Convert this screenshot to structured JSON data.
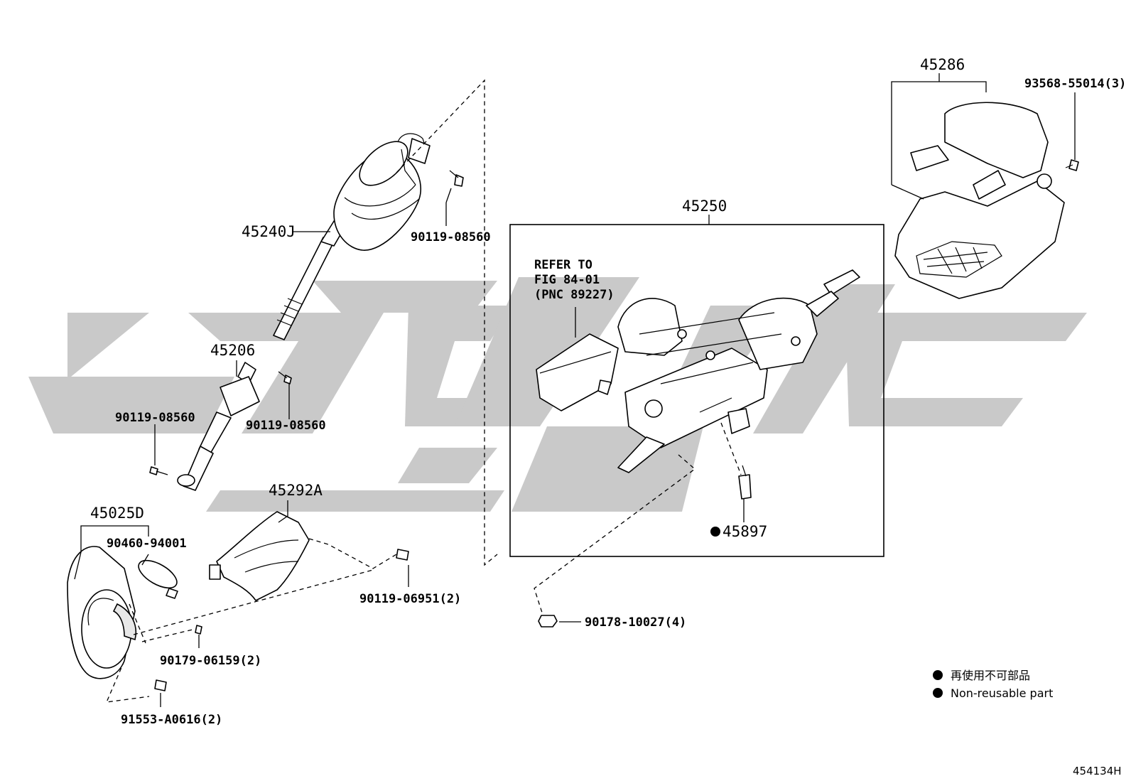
{
  "labels": {
    "p45240J": "45240J",
    "p90119_a": "90119-08560",
    "p45206": "45206",
    "p90119_b": "90119-08560",
    "p90119_c": "90119-08560",
    "p45292A": "45292A",
    "p45025D": "45025D",
    "p90460": "90460-94001",
    "p90119_06951": "90119-06951(2)",
    "p90179": "90179-06159(2)",
    "p91553": "91553-A0616(2)",
    "p45250": "45250",
    "p45897": "45897",
    "p90178": "90178-10027(4)",
    "p45286": "45286",
    "p93568": "93568-55014(3)"
  },
  "refer_note": {
    "line1": "REFER TO",
    "line2": "FIG 84-01",
    "line3": "(PNC 89227)"
  },
  "legend": {
    "japanese": "再使用不可部品",
    "english": "Non-reusable part"
  },
  "figure_ref": "454134H"
}
